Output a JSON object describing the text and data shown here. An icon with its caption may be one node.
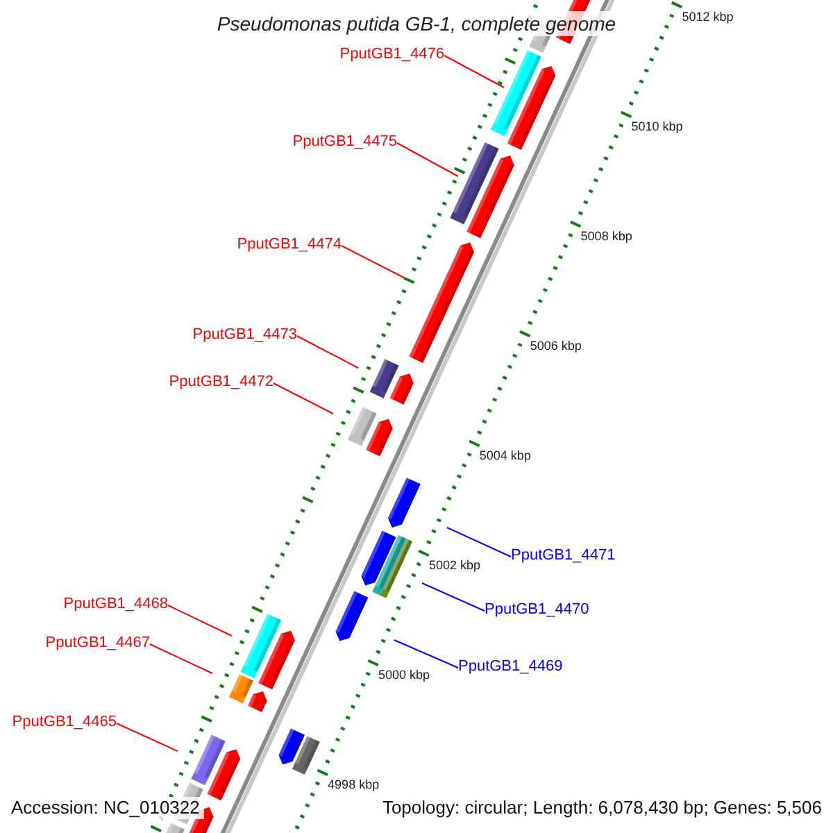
{
  "diagram": {
    "title": "Pseudomonas putida GB-1, complete genome",
    "nodes": [
      {
        "text": [
          "PputGB1_4476"
        ]
      },
      {
        "text": [
          "PputGB1_4475"
        ]
      },
      {
        "text": [
          "PputGB1_4474"
        ]
      },
      {
        "text": [
          "PputGB1_4473"
        ]
      },
      {
        "text": [
          "PputGB1_4472"
        ]
      },
      {
        "text": [
          "PputGB1_4471"
        ]
      },
      {
        "text": [
          "PputGB1_4468"
        ]
      },
      {
        "text": [
          "PputGB1_4470"
        ]
      },
      {
        "text": [
          "PputGB1_4467"
        ]
      },
      {
        "text": [
          "PputGB1_4469"
        ]
      },
      {
        "text": [
          "PputGB1_4465"
        ]
      }
    ],
    "edges": [
      {
        "from": 0,
        "to": null,
        "arrow": "none"
      },
      {
        "from": 1,
        "to": null,
        "arrow": "none"
      },
      {
        "from": 2,
        "to": null,
        "arrow": "none"
      },
      {
        "from": 3,
        "to": null,
        "arrow": "none"
      },
      {
        "from": 4,
        "to": null,
        "arrow": "none"
      },
      {
        "from": 5,
        "to": null,
        "arrow": "none",
        "color": "#0000ff"
      },
      {
        "from": 6,
        "to": null,
        "arrow": "none"
      },
      {
        "from": 7,
        "to": null,
        "arrow": "none",
        "color": "#0000ff"
      },
      {
        "from": 8,
        "to": null,
        "arrow": "none"
      },
      {
        "from": 9,
        "to": null,
        "arrow": "none",
        "color": "#0000ff"
      },
      {
        "from": 10,
        "to": null,
        "arrow": "none"
      }
    ],
    "labels": [
      "5012 kbp",
      "5010 kbp",
      "5008 kbp",
      "5006 kbp",
      "5004 kbp",
      "5002 kbp",
      "5000 kbp",
      "4998 kbp",
      "Accession: NC_010322",
      "Topology: circular; Length: 6,078,430 bp; Genes: 5,506"
    ]
  }
}
